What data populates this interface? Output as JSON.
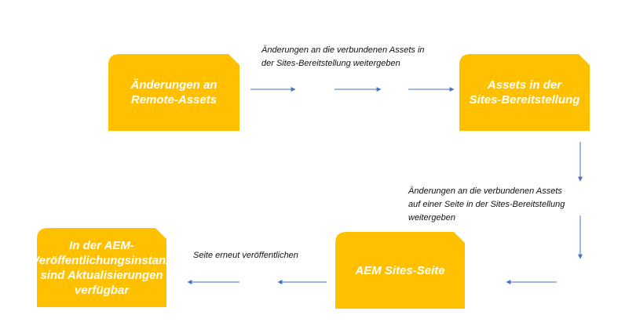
{
  "colors": {
    "node_fill": "#FFC000",
    "node_text": "#FFFFFF",
    "arrow": "#4472C4",
    "label_text": "#111111"
  },
  "nodes": {
    "remote_changes": "Änderungen an\nRemote-Assets",
    "sites_assets": "Assets in der\nSites-Bereitstellung",
    "sites_page": "AEM Sites-Seite",
    "publish_instance": "In der AEM-\nVeröffentlichungsinstanz\nsind Aktualisierungen\nverfügbar"
  },
  "edge_labels": {
    "propagate_to_sites": "Änderungen an die verbundenen Assets in\nder Sites-Bereitstellung weitergeben",
    "propagate_to_page": "Änderungen an die verbundenen Assets\nauf einer Seite in der Sites-Bereitstellung\nweitergeben",
    "republish": "Seite erneut veröffentlichen"
  }
}
